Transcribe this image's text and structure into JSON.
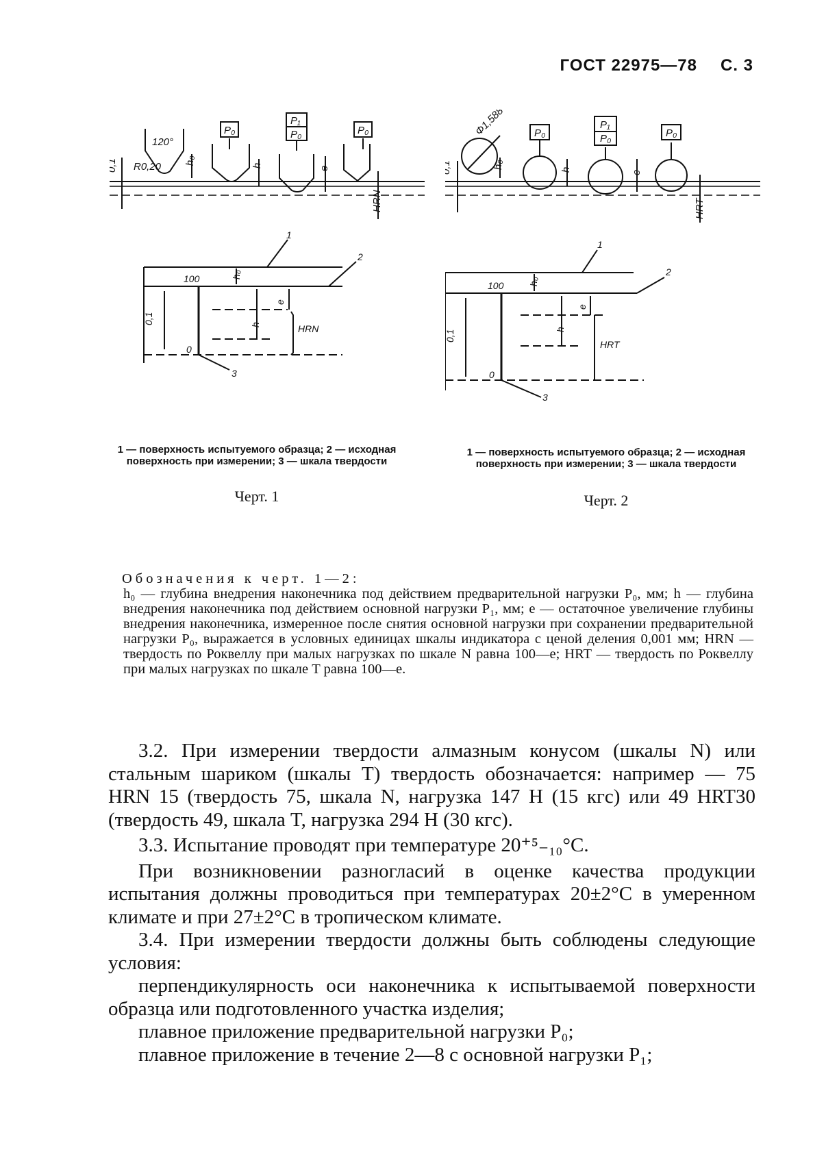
{
  "header": {
    "std": "ГОСТ 22975—78",
    "page": "С. 3"
  },
  "fig1": {
    "angle": "120°",
    "radius": "R0,20",
    "depth_01": "0,1",
    "h0": "h₀",
    "h": "h",
    "e": "e",
    "p0": "P₀",
    "p1": "P₁",
    "scale_label": "HRN",
    "scale_top": "100",
    "scale_zero": "0",
    "callouts": [
      "1",
      "2",
      "3"
    ],
    "caption": "1 — поверхность испытуемого образца; 2 — исходная поверхность при измерении; 3 — шкала твердости",
    "chert": "Черт. 1"
  },
  "fig2": {
    "diameter": "Φ1,588",
    "depth_01": "0,1",
    "h0": "h₀",
    "h": "h",
    "e": "e",
    "p0": "P₀",
    "p1": "P₁",
    "scale_label": "HRT",
    "scale_top": "100",
    "scale_zero": "0",
    "callouts": [
      "1",
      "2",
      "3"
    ],
    "caption": "1 — поверхность испытуемого образца; 2 — исходная поверхность при измерении; 3 — шкала твердости",
    "chert": "Черт. 2"
  },
  "notes": {
    "title": "Обозначения к черт. 1—2:",
    "text": "h₀ — глубина внедрения наконечника под действием предварительной нагрузки P₀, мм; h — глубина внедрения наконечника под действием основной нагрузки P₁, мм; e — остаточное увеличение глубины внедрения наконечника, измеренное после снятия основной нагрузки при сохранении предварительной нагрузки P₀, выражается в условных единицах шкалы индикатора с ценой деления 0,001 мм; HRN — твердость по Роквеллу при малых нагрузках по шкале N равна 100—e; HRT — твердость по Роквеллу при малых нагрузках по шкале T равна 100—e."
  },
  "paragraphs": [
    "3.2. При измерении твердости алмазным конусом (шкалы N) или стальным шариком (шкалы T) твердость обозначается: например — 75 HRN 15 (твердость 75, шкала N, нагрузка 147 Н (15 кгс) или 49 HRT30 (твердость 49, шкала T, нагрузка 294 Н (30 кгс).",
    "3.3. Испытание проводят при температуре 20⁺⁵₋₁₀°C.",
    "При возникновении разногласий в оценке качества продукции испытания должны проводиться при температурах 20±2°C в умеренном климате и при 27±2°C в тропическом климате.",
    "3.4. При измерении твердости должны быть соблюдены следующие условия:",
    "перпендикулярность оси наконечника к испытываемой поверхности образца или подготовленного участка изделия;",
    "плавное приложение предварительной нагрузки P₀;",
    "плавное приложение в течение 2—8 с основной нагрузки P₁;"
  ]
}
